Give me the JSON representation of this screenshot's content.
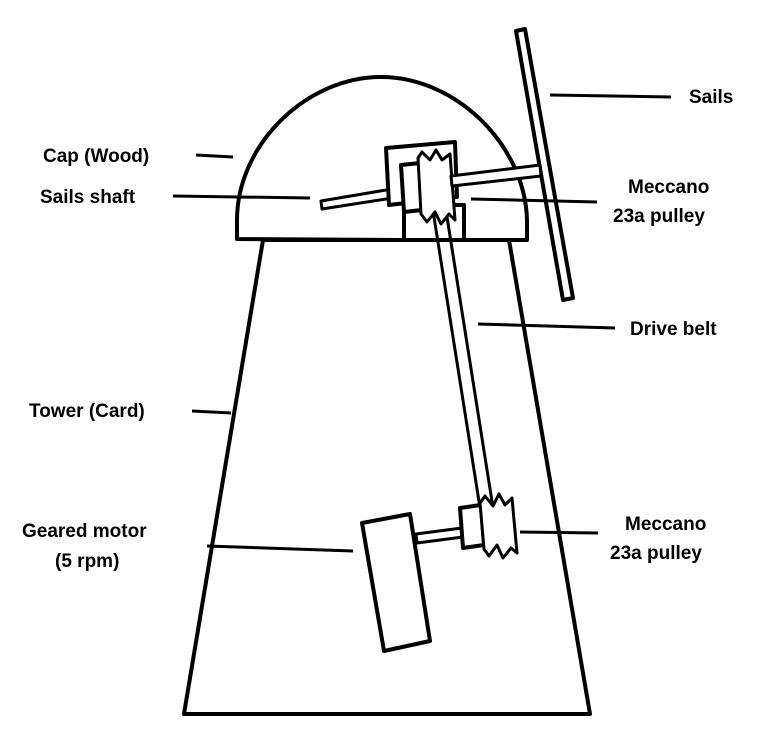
{
  "labels": {
    "sails": "Sails",
    "cap": "Cap (Wood)",
    "sails_shaft": "Sails shaft",
    "top_pulley_line1": "Meccano",
    "top_pulley_line2": "23a pulley",
    "drive_belt": "Drive belt",
    "tower": "Tower (Card)",
    "motor_line1": "Geared motor",
    "motor_line2": "(5 rpm)",
    "bottom_pulley_line1": "Meccano",
    "bottom_pulley_line2": "23a pulley"
  },
  "colors": {
    "stroke": "#000000",
    "background": "#ffffff"
  }
}
